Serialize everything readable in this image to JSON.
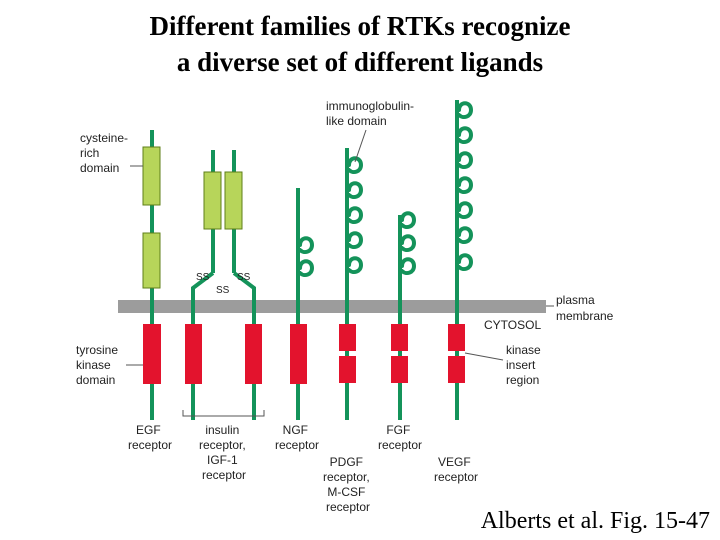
{
  "title": {
    "line1": "Different families of RTKs recognize",
    "line2": "a diverse set of different ligands"
  },
  "credit": "Alberts et al. Fig. 15-47",
  "membrane": {
    "label_line1": "plasma",
    "label_line2": "membrane",
    "cytosol": "CYTOSOL"
  },
  "callouts": {
    "cysteine": [
      "cysteine-",
      "rich",
      "domain"
    ],
    "immunoglobulin": [
      "immunoglobulin-",
      "like domain"
    ],
    "tyrosine": [
      "tyrosine",
      "kinase",
      "domain"
    ],
    "kinase_insert": [
      "kinase",
      "insert",
      "region"
    ]
  },
  "disulfide": {
    "ss": "SS"
  },
  "receptors": {
    "egf": [
      "EGF",
      "receptor"
    ],
    "insulin": [
      "insulin",
      "receptor,",
      "IGF-1",
      "receptor"
    ],
    "ngf": [
      "NGF",
      "receptor"
    ],
    "pdgf": [
      "PDGF",
      "receptor,",
      "M-CSF",
      "receptor"
    ],
    "fgf": [
      "FGF",
      "receptor"
    ],
    "vegf": [
      "VEGF",
      "receptor"
    ]
  },
  "colors": {
    "stalk": "#14935a",
    "membrane": "#9c9c9c",
    "kinase": "#e3132d",
    "cysteine_domain": "#b7d55a",
    "text": "#222222"
  }
}
